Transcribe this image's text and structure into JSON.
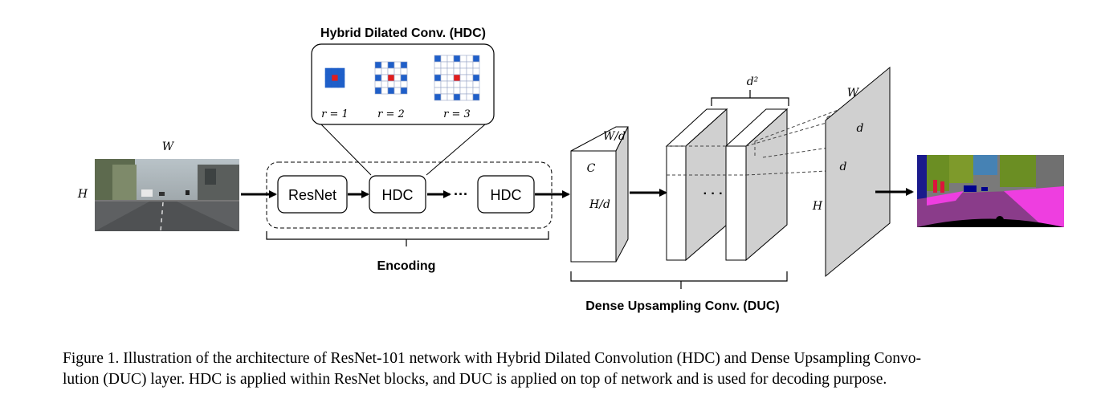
{
  "hdc_panel": {
    "title": "Hybrid Dilated Conv. (HDC)",
    "kernels": [
      {
        "label": "r = 1",
        "rate": 1
      },
      {
        "label": "r = 2",
        "rate": 2
      },
      {
        "label": "r = 3",
        "rate": 3
      }
    ]
  },
  "input": {
    "width_label": "W",
    "height_label": "H"
  },
  "encoder": {
    "blocks": [
      "ResNet",
      "HDC",
      "HDC"
    ],
    "ellipsis": "···",
    "label": "Encoding"
  },
  "feature_map": {
    "width_label": "W/d",
    "channel_label": "C",
    "height_label": "H/d"
  },
  "duc": {
    "channels_label": "d²",
    "ellipsis": "· · ·",
    "label": "Dense Upsampling Conv. (DUC)"
  },
  "output_map": {
    "width_label": "W",
    "height_label": "H",
    "d_label_1": "d",
    "d_label_2": "d"
  },
  "caption": {
    "line1": "Figure 1. Illustration of the architecture of ResNet-101 network with Hybrid Dilated Convolution (HDC) and Dense Upsampling Convo-",
    "line2": "lution (DUC) layer. HDC is applied within ResNet blocks, and DUC is applied on top of network and is used for decoding purpose."
  },
  "colors": {
    "kernel_blue": "#1f5fc9",
    "kernel_center": "#e21d1d",
    "map_gray": "#d0d0d0",
    "seg_magenta": "#ee3ee0",
    "seg_purple": "#8a3c8a"
  }
}
